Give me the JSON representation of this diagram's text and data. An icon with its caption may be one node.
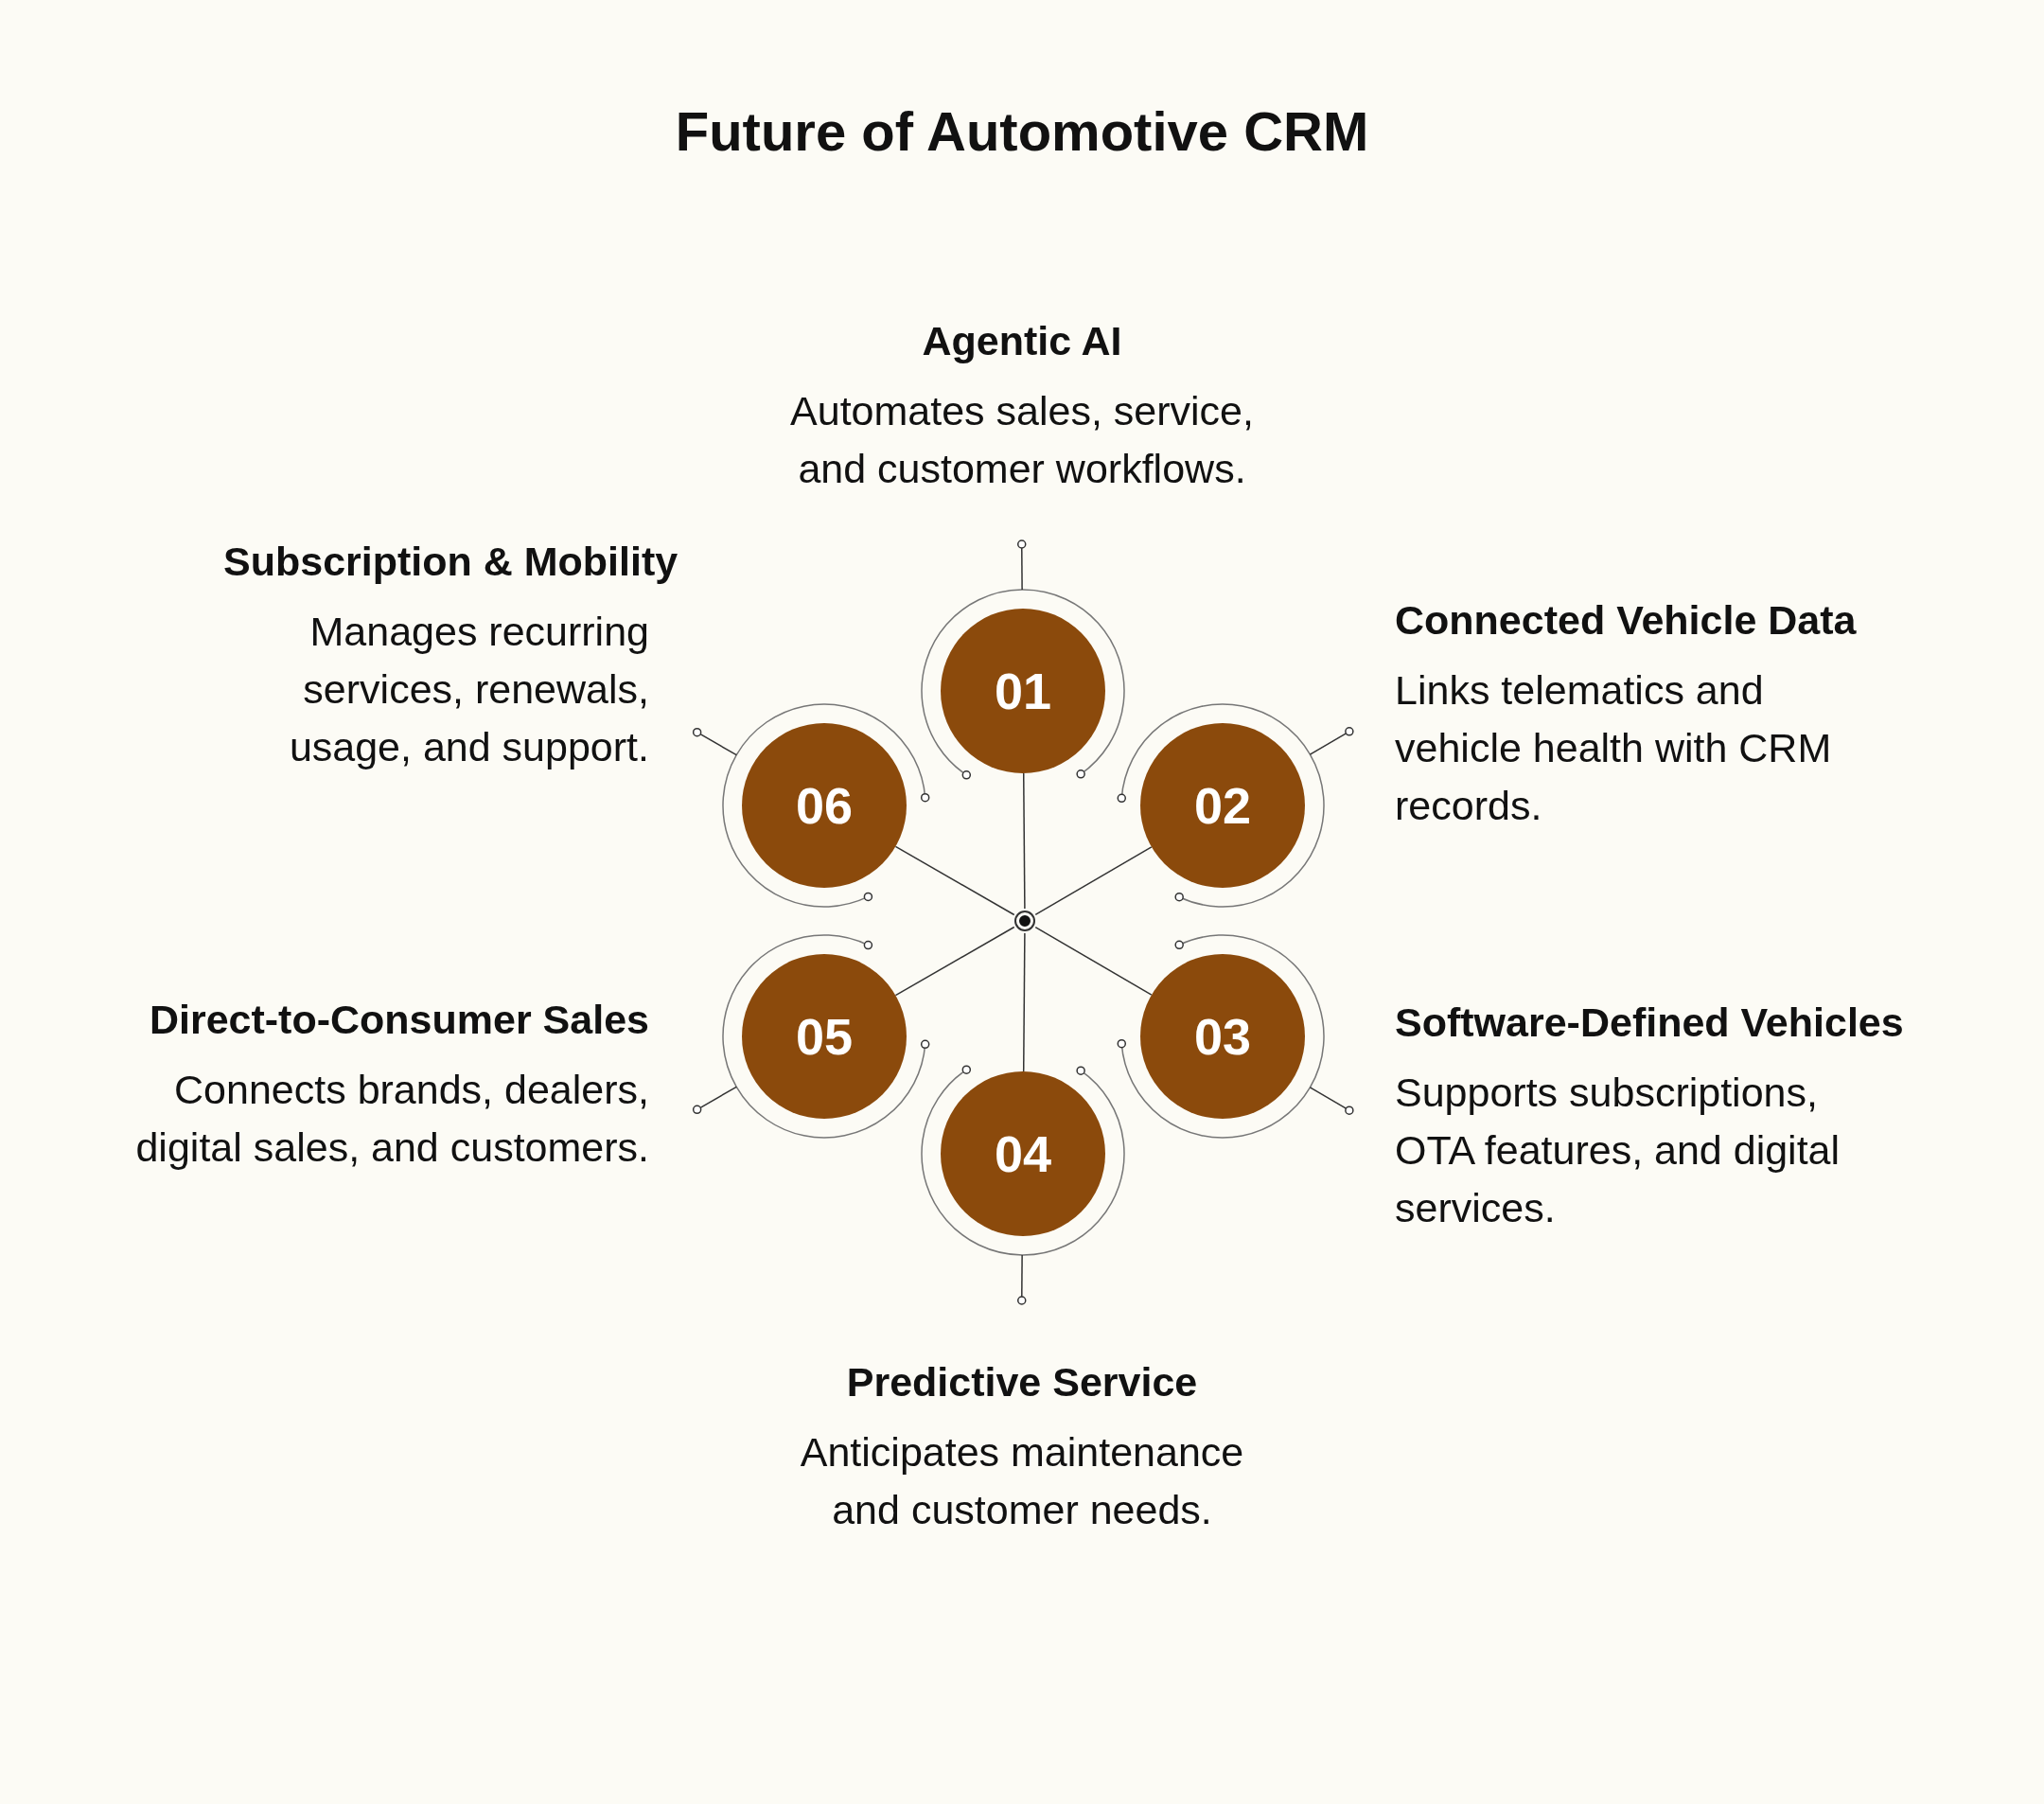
{
  "diagram": {
    "title": "Future of Automotive CRM",
    "nodes": [
      {
        "text": [
          "01"
        ],
        "beside": [
          "Agentic AI",
          "Automates sales, service, and customer workflows."
        ]
      },
      {
        "text": [
          "02"
        ],
        "beside": [
          "Connected Vehicle Data",
          "Links telematics and vehicle health with CRM records."
        ]
      },
      {
        "text": [
          "03"
        ],
        "beside": [
          "Software-Defined Vehicles",
          "Supports subscriptions, OTA features, and digital services."
        ]
      },
      {
        "text": [
          "04"
        ],
        "beside": [
          "Predictive Service",
          "Anticipates maintenance and customer needs."
        ]
      },
      {
        "text": [
          "05"
        ],
        "beside": [
          "Direct-to-Consumer Sales",
          "Connects brands, dealers, digital sales, and customers."
        ]
      },
      {
        "text": [
          "06"
        ],
        "beside": [
          "Subscription & Mobility",
          "Manages recurring services, renewals, usage, and support."
        ]
      },
      {
        "text": [],
        "shape": "circle"
      }
    ],
    "edges": [
      {
        "from": 6,
        "to": 0,
        "arrow": "none"
      },
      {
        "from": 6,
        "to": 1,
        "arrow": "none"
      },
      {
        "from": 6,
        "to": 2,
        "arrow": "none"
      },
      {
        "from": 6,
        "to": 3,
        "arrow": "none"
      },
      {
        "from": 6,
        "to": 4,
        "arrow": "none"
      },
      {
        "from": 6,
        "to": 5,
        "arrow": "none"
      }
    ]
  }
}
